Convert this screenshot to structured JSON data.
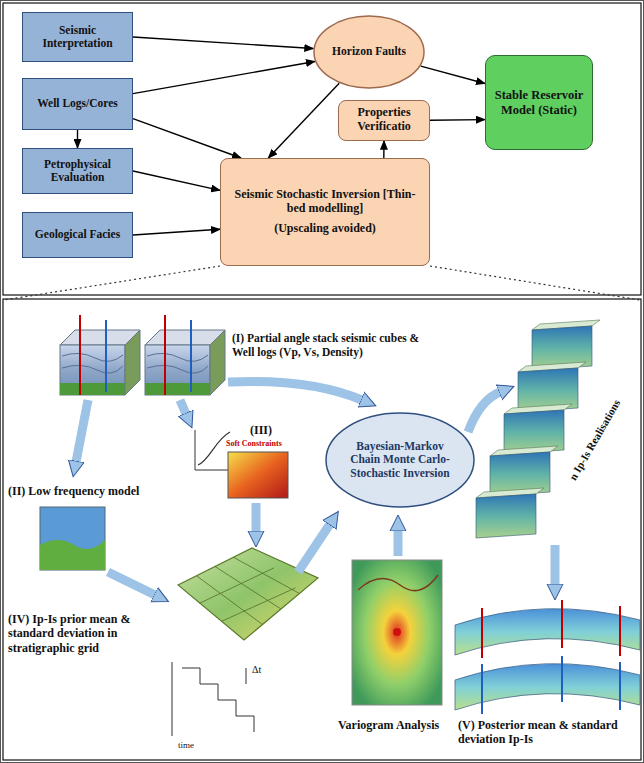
{
  "diagram": {
    "nodes": [
      {
        "text": [
          "Seismic Interpretation"
        ]
      },
      {
        "text": [
          "Well Logs/Cores"
        ]
      },
      {
        "text": [
          "Petrophysical Evaluation"
        ]
      },
      {
        "text": [
          "Geological Facies"
        ]
      },
      {
        "text": [
          "Horizon Faults"
        ]
      },
      {
        "text": [
          "Properties Verificatio"
        ]
      },
      {
        "text": [
          "Seismic Stochastic Inversion [Thin-bed modelling]",
          "(Upscaling avoided)"
        ]
      },
      {
        "text": [
          "Stable Reservoir Model (Static)"
        ]
      },
      {
        "text": [
          "Bayesian-Markov Chain Monte Carlo-Stochastic Inversion"
        ]
      }
    ],
    "edges": [
      {
        "from": 0,
        "to": 4,
        "arrow": "to"
      },
      {
        "from": 1,
        "to": 4,
        "arrow": "to"
      },
      {
        "from": 1,
        "to": 2,
        "arrow": "to"
      },
      {
        "from": 1,
        "to": 6,
        "arrow": "to"
      },
      {
        "from": 2,
        "to": 6,
        "arrow": "to"
      },
      {
        "from": 3,
        "to": 6,
        "arrow": "to"
      },
      {
        "from": 4,
        "to": 6,
        "arrow": "to"
      },
      {
        "from": 6,
        "to": 5,
        "arrow": "to"
      },
      {
        "from": 4,
        "to": 7,
        "arrow": "to"
      },
      {
        "from": 5,
        "to": 7,
        "arrow": "to"
      }
    ],
    "labels": [
      "(I) Partial angle stack seismic cubes & Well logs (Vp, Vs, Density)",
      "(II) Low frequency model",
      "(III)",
      "Soft Constraints",
      "(IV) Ip-Is prior mean & standard deviation in stratigraphic grid",
      "time",
      "Δt",
      "Variogram Analysis",
      "n Ip-Is Realisations",
      "(V) Posterior mean & standard deviation Ip-Is"
    ]
  }
}
